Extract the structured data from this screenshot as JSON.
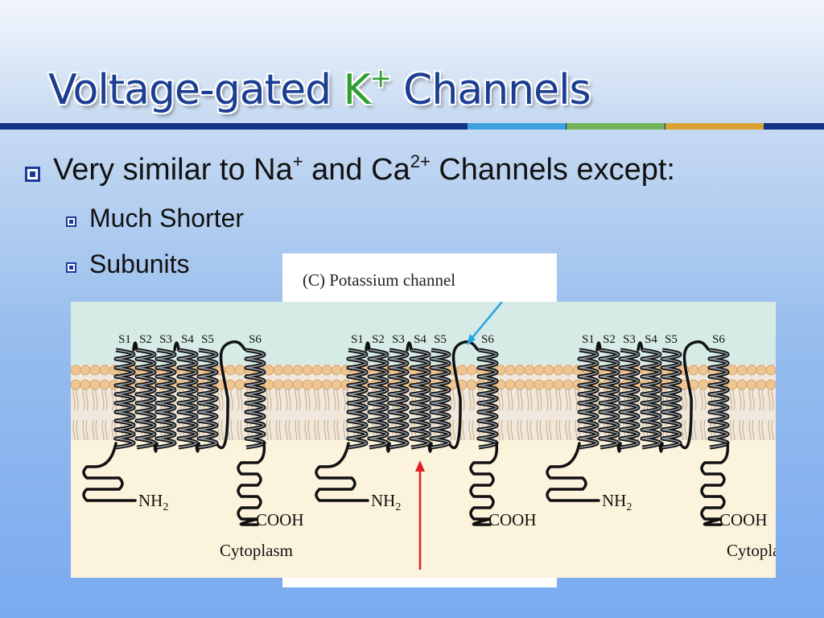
{
  "title": {
    "prefix": "Voltage-gated ",
    "ion": "K",
    "charge": "+",
    "suffix": " Channels"
  },
  "rule_colors": [
    "#133189",
    "#3fa1dd",
    "#6fb25a",
    "#dba334"
  ],
  "bullets": {
    "main": {
      "text_a": "Very similar to Na",
      "sup_a": "+",
      "text_b": " and Ca",
      "sup_b": "2+",
      "text_c": " Channels except:"
    },
    "sub": [
      "Much Shorter",
      "Subunits"
    ]
  },
  "diagram": {
    "caption": "(C)  Potassium channel",
    "segment_labels": [
      "S1",
      "S2",
      "S3",
      "S4",
      "S5",
      "S6"
    ],
    "n_terminus": {
      "text": "NH",
      "sub": "2"
    },
    "c_terminus": "COOH",
    "cytoplasm_label": "Cytoplasm",
    "colors": {
      "extracellular": "#d6ebe6",
      "membrane": "#f0e8dc",
      "lipid_head": "#efc592",
      "cytoplasm": "#fcf3dc",
      "blue_arrow": "#25a3e0",
      "red_arrow": "#e02020"
    }
  }
}
